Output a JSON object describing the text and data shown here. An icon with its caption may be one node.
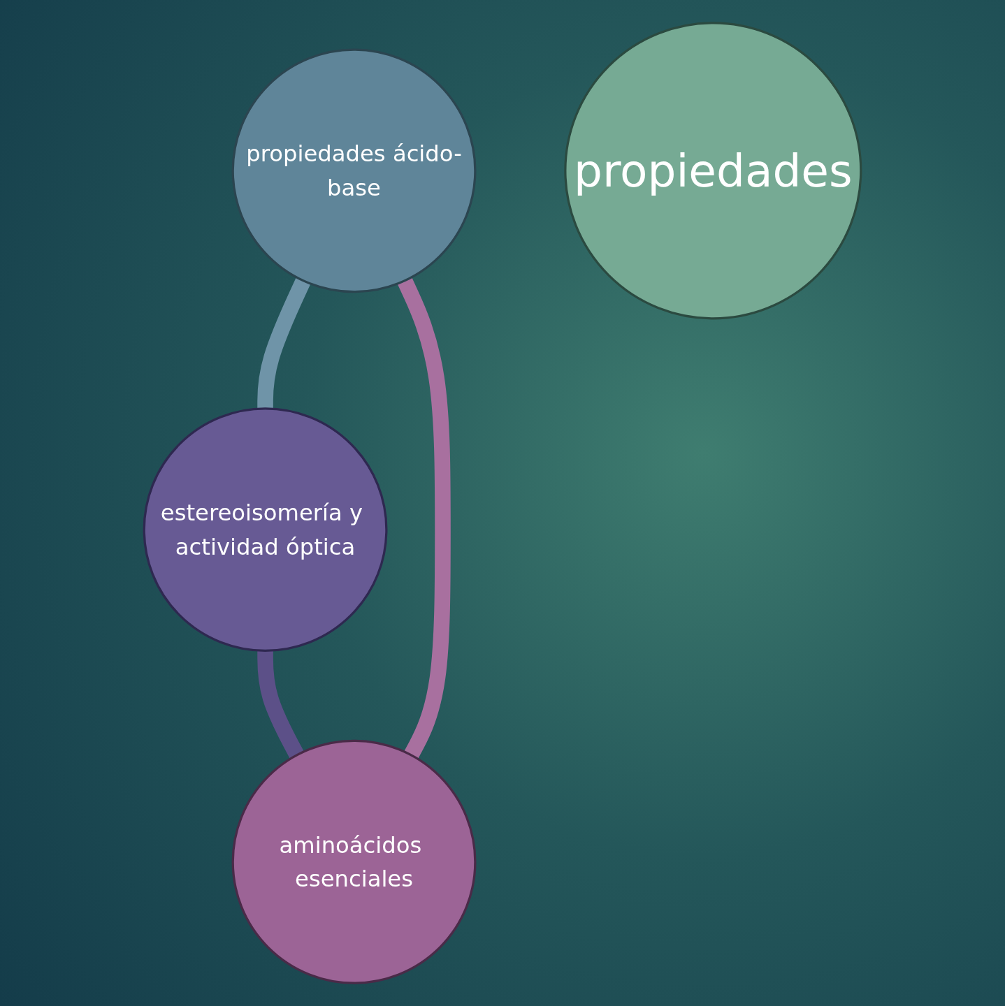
{
  "diagram": {
    "nodes": [
      {
        "text": [
          "propiedades ácido-base"
        ]
      },
      {
        "text": [
          "propiedades"
        ]
      },
      {
        "text": [
          "estereoisomería y actividad óptica"
        ]
      },
      {
        "text": [
          "aminoácidos esenciales"
        ]
      }
    ],
    "edges": [
      {
        "from": 0,
        "to": 2,
        "arrow": "none",
        "color": "#6f94a8"
      },
      {
        "from": 2,
        "to": 3,
        "arrow": "none",
        "color": "#5c5088"
      },
      {
        "from": 3,
        "to": 0,
        "arrow": "none",
        "color": "#a8709f"
      }
    ]
  }
}
